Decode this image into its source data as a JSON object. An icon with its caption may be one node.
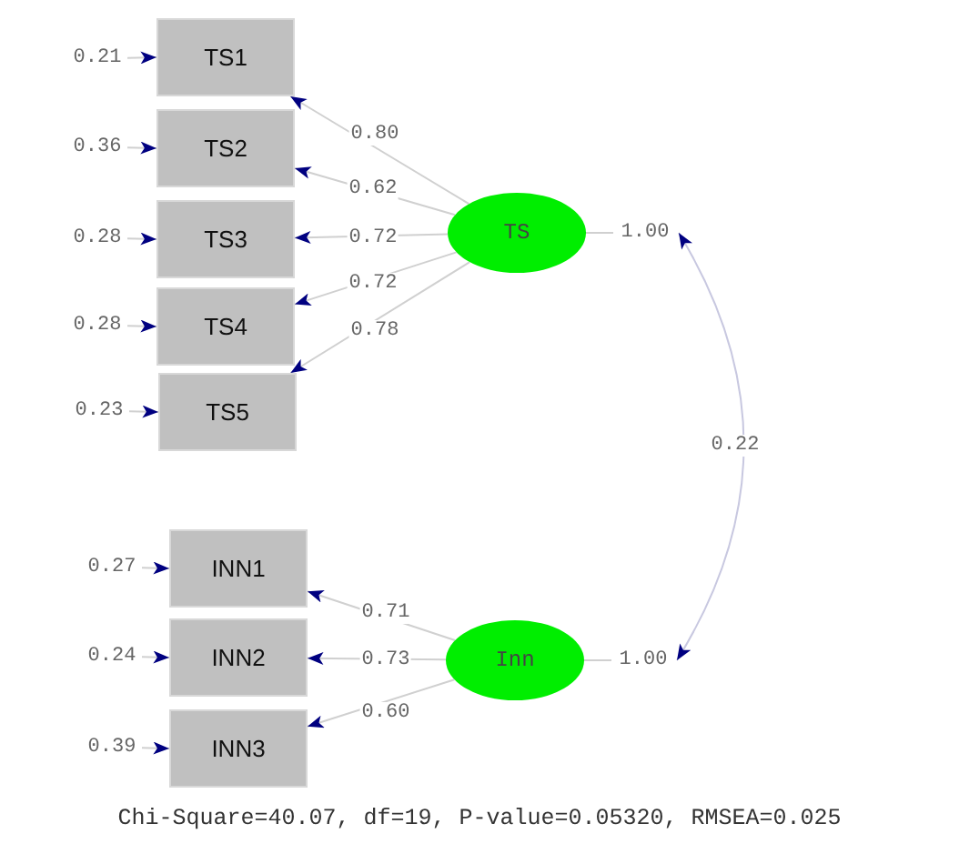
{
  "diagram": {
    "caption": "Chi-Square=40.07, df=19, P-value=0.05320, RMSEA=0.025",
    "nodes": [
      {
        "text": [
          "TS1"
        ]
      },
      {
        "text": [
          "TS2"
        ]
      },
      {
        "text": [
          "TS3"
        ]
      },
      {
        "text": [
          "TS4"
        ]
      },
      {
        "text": [
          "TS5"
        ]
      },
      {
        "text": [
          "TS"
        ]
      },
      {
        "text": [
          "1.00"
        ]
      },
      {
        "text": [
          "INN1"
        ]
      },
      {
        "text": [
          "INN2"
        ]
      },
      {
        "text": [
          "INN3"
        ]
      },
      {
        "text": [
          "Inn"
        ]
      },
      {
        "text": [
          "1.00"
        ]
      },
      {
        "text": [
          "0.21"
        ]
      },
      {
        "text": [
          "0.36"
        ]
      },
      {
        "text": [
          "0.28"
        ]
      },
      {
        "text": [
          "0.28"
        ]
      },
      {
        "text": [
          "0.23"
        ]
      },
      {
        "text": [
          "0.27"
        ]
      },
      {
        "text": [
          "0.24"
        ]
      },
      {
        "text": [
          "0.39"
        ]
      }
    ],
    "edges": [
      {
        "from": 5,
        "to": 0,
        "arrow": "to",
        "label": "0.80"
      },
      {
        "from": 5,
        "to": 1,
        "arrow": "to",
        "label": "0.62"
      },
      {
        "from": 5,
        "to": 2,
        "arrow": "to",
        "label": "0.72"
      },
      {
        "from": 5,
        "to": 3,
        "arrow": "to",
        "label": "0.72"
      },
      {
        "from": 5,
        "to": 4,
        "arrow": "to",
        "label": "0.78"
      },
      {
        "from": 5,
        "to": 6,
        "arrow": "none"
      },
      {
        "from": 6,
        "to": 11,
        "arrow": "both",
        "label": "0.22"
      },
      {
        "from": 10,
        "to": 7,
        "arrow": "to",
        "label": "0.71"
      },
      {
        "from": 10,
        "to": 8,
        "arrow": "to",
        "label": "0.73"
      },
      {
        "from": 10,
        "to": 9,
        "arrow": "to",
        "label": "0.60"
      },
      {
        "from": 10,
        "to": 11,
        "arrow": "none"
      },
      {
        "from": 12,
        "to": 0,
        "arrow": "to"
      },
      {
        "from": 13,
        "to": 1,
        "arrow": "to"
      },
      {
        "from": 14,
        "to": 2,
        "arrow": "to"
      },
      {
        "from": 15,
        "to": 3,
        "arrow": "to"
      },
      {
        "from": 16,
        "to": 4,
        "arrow": "to"
      },
      {
        "from": 17,
        "to": 7,
        "arrow": "to"
      },
      {
        "from": 18,
        "to": 8,
        "arrow": "to"
      },
      {
        "from": 19,
        "to": 9,
        "arrow": "to"
      }
    ]
  }
}
